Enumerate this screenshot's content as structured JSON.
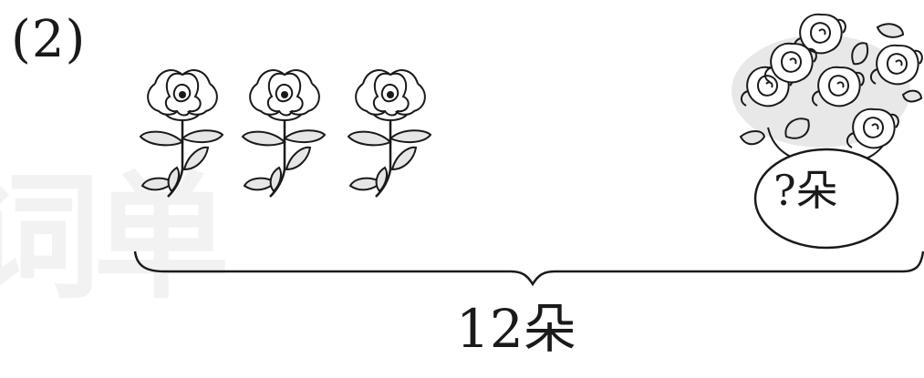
{
  "problem": {
    "number_label": "(2)",
    "watermark_text": "词单"
  },
  "flowers": {
    "count": 3,
    "icon": "flower-icon"
  },
  "vase": {
    "label": "?朵",
    "icon": "vase-bouquet-icon"
  },
  "brace": {
    "total_label": "12朵",
    "icon": "brace-icon"
  }
}
